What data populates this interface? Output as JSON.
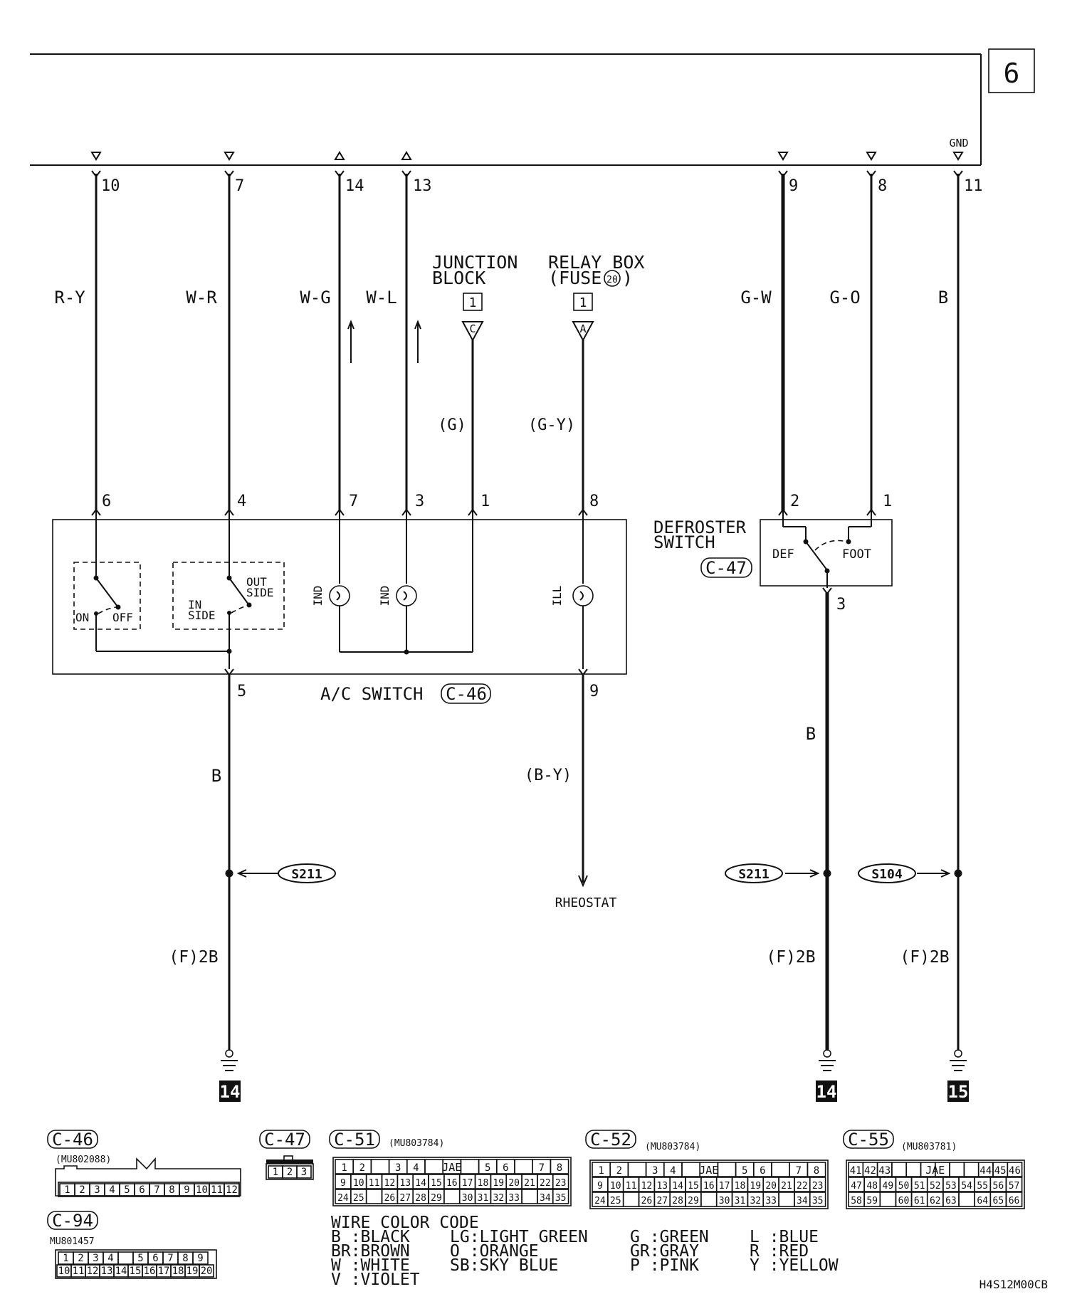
{
  "page_number": "6",
  "gnd_label": "GND",
  "ecu_pins": [
    "10",
    "7",
    "14",
    "13",
    "9",
    "8",
    "11"
  ],
  "wire_colors": {
    "p10": "R-Y",
    "p7": "W-R",
    "p14": "W-G",
    "p13": "W-L",
    "p9": "G-W",
    "p8": "G-O",
    "p11": "B",
    "junction": "(G)",
    "relay": "(G-Y)",
    "ac_ground": "B",
    "rheostat": "(B-Y)",
    "def_ground": "B"
  },
  "junction_block": {
    "line1": "JUNCTION",
    "line2": "BLOCK",
    "box_num": "1",
    "conn": "C"
  },
  "relay_box": {
    "line1": "RELAY BOX",
    "line2": "(FUSE",
    "fuse": "20",
    "close": ")",
    "box_num": "1",
    "conn": "A"
  },
  "ac_switch": {
    "label": "A/C SWITCH",
    "connector": "C-46",
    "pins_top": [
      "6",
      "4",
      "7",
      "3",
      "1",
      "8"
    ],
    "pins_bottom": [
      "5",
      "9"
    ],
    "on": "ON",
    "off": "OFF",
    "inside_1": "IN",
    "inside_2": "SIDE",
    "outside_1": "OUT",
    "outside_2": "SIDE",
    "ind": "IND",
    "ill": "ILL"
  },
  "defroster": {
    "line1": "DEFROSTER",
    "line2": "SWITCH",
    "connector": "C-47",
    "pins_top": [
      "2",
      "1"
    ],
    "pin_bottom": "3",
    "def": "DEF",
    "foot": "FOOT"
  },
  "rheostat_label": "RHEOSTAT",
  "splices": [
    "S211",
    "S211",
    "S104"
  ],
  "harness": [
    "(F)2B",
    "(F)2B",
    "(F)2B"
  ],
  "grounds": [
    "14",
    "14",
    "15"
  ],
  "connectors": {
    "c46": {
      "name": "C-46",
      "part": "(MU802088)",
      "pins": [
        "1",
        "2",
        "3",
        "4",
        "5",
        "6",
        "7",
        "8",
        "9",
        "10",
        "11",
        "12"
      ]
    },
    "c47": {
      "name": "C-47",
      "pins": [
        "1",
        "2",
        "3"
      ]
    },
    "c94": {
      "name": "C-94",
      "part": "MU801457",
      "row1": [
        "1",
        "2",
        "3",
        "4",
        "",
        "5",
        "6",
        "7",
        "8",
        "9"
      ],
      "row2": [
        "10",
        "11",
        "12",
        "13",
        "14",
        "15",
        "16",
        "17",
        "18",
        "19",
        "20"
      ]
    },
    "c51": {
      "name": "C-51",
      "part": "(MU803784)",
      "jae": "JAE",
      "row1": [
        "1",
        "2",
        "",
        "3",
        "4",
        "",
        "",
        "",
        "5",
        "6",
        "",
        "7",
        "8"
      ],
      "row2": [
        "9",
        "10",
        "11",
        "12",
        "13",
        "14",
        "15",
        "16",
        "17",
        "18",
        "19",
        "20",
        "21",
        "22",
        "23"
      ],
      "row3": [
        "24",
        "25",
        "",
        "26",
        "27",
        "28",
        "29",
        "",
        "30",
        "31",
        "32",
        "33",
        "",
        "34",
        "35"
      ]
    },
    "c52": {
      "name": "C-52",
      "part": "(MU803784)",
      "jae": "JAE",
      "row1": [
        "1",
        "2",
        "",
        "3",
        "4",
        "",
        "",
        "",
        "5",
        "6",
        "",
        "7",
        "8"
      ],
      "row2": [
        "9",
        "10",
        "11",
        "12",
        "13",
        "14",
        "15",
        "16",
        "17",
        "18",
        "19",
        "20",
        "21",
        "22",
        "23"
      ],
      "row3": [
        "24",
        "25",
        "",
        "26",
        "27",
        "28",
        "29",
        "",
        "30",
        "31",
        "32",
        "33",
        "",
        "34",
        "35"
      ]
    },
    "c55": {
      "name": "C-55",
      "part": "(MU803781)",
      "jae": "JAE",
      "row1": [
        "41",
        "42",
        "43",
        "",
        "",
        "",
        "",
        "",
        "",
        "44",
        "45",
        "46"
      ],
      "row2": [
        "47",
        "48",
        "49",
        "50",
        "51",
        "52",
        "53",
        "54",
        "55",
        "56",
        "57"
      ],
      "row3": [
        "58",
        "59",
        "",
        "60",
        "61",
        "62",
        "63",
        "",
        "64",
        "65",
        "66"
      ]
    }
  },
  "legend": {
    "title": "WIRE COLOR CODE",
    "items": [
      "B :BLACK",
      "BR:BROWN",
      "W :WHITE",
      "V :VIOLET",
      "LG:LIGHT GREEN",
      "O :ORANGE",
      "SB:SKY BLUE",
      "G :GREEN",
      "GR:GRAY",
      "P :PINK",
      "L :BLUE",
      "R :RED",
      "Y :YELLOW"
    ]
  },
  "figure_code": "H4S12M00CB"
}
